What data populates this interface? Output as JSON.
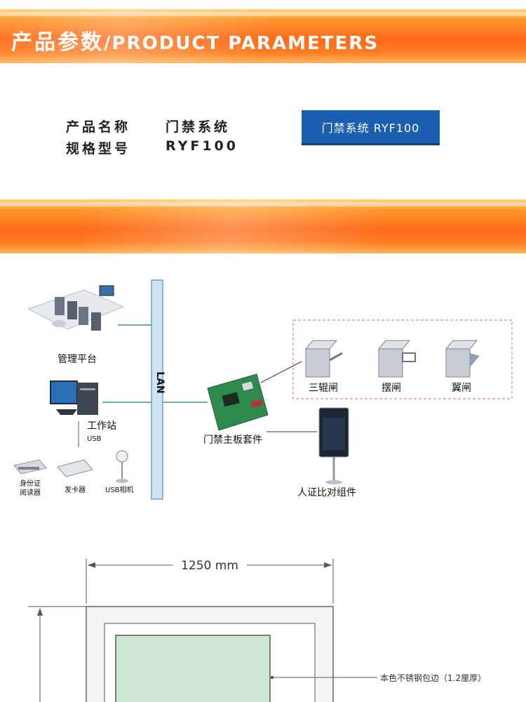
{
  "section1": {
    "title_cn": "产品参数",
    "title_en": "/PRODUCT PARAMETERS"
  },
  "params": {
    "name_label": "产品名称",
    "name_value": "门禁系统",
    "model_label": "规格型号",
    "model_value": "RYF100"
  },
  "tag": {
    "text": "门禁系统 RYF100"
  },
  "diagram": {
    "lan": "LAN",
    "platform": "管理平台",
    "workstation": "工作站",
    "usb": "USB",
    "id_reader": [
      "身份证",
      "阅读器"
    ],
    "card_issuer": "发卡器",
    "usb_camera": "USB相机",
    "board": "门禁主板套件",
    "turnstile": "三辊闸",
    "swing_gate": "摆闸",
    "flap_gate": "翼闸",
    "face_terminal": "人证比对组件"
  },
  "dimension": {
    "width_label": "1250 mm",
    "edge_note": "本色不锈钢包边（1.2厘厚）"
  }
}
